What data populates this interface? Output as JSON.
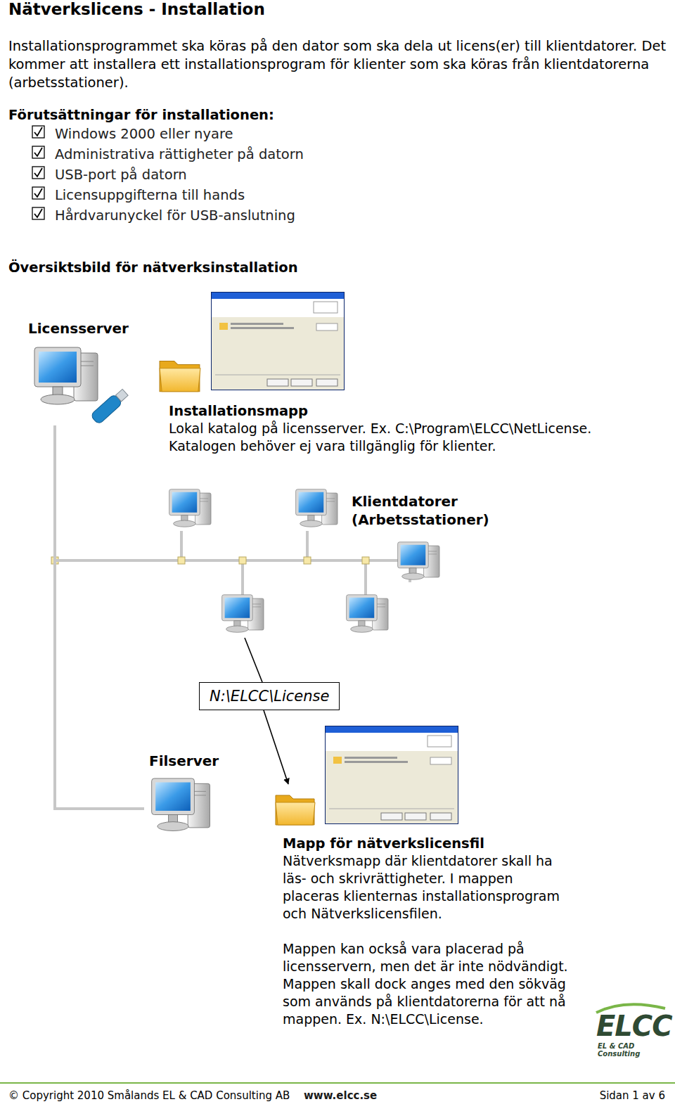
{
  "diagram": {
    "title": "Nätverkslicens - Installation",
    "nodes": [
      {
        "text": [
          "Licensserver"
        ]
      },
      {
        "text": [
          "Installationsmapp",
          "Lokal katalog på licensserver. Ex. C:\\Program\\ELCC\\NetLicense. Katalogen behöver ej vara tillgänglig för klienter."
        ]
      },
      {
        "text": [
          "Klientdatorer (Arbetsstationer)"
        ]
      },
      {
        "text": [
          "N:\\ELCC\\License"
        ]
      },
      {
        "text": [
          "Filserver"
        ]
      },
      {
        "text": [
          "Mapp för nätverkslicensfil",
          "Nätverksmapp där klientdatorer skall ha läs- och skrivrättigheter. I mappen placeras klienternas installationsprogram och Nätverkslicensfilen.",
          "Mappen kan också vara placerad på licensservern, men det är inte nödvändigt. Mappen skall dock anges med den sökväg som används på klientdatorerna för att nå mappen. Ex. N:\\ELCC\\License."
        ]
      }
    ],
    "edges": [
      {
        "from": 0,
        "to": 2,
        "arrow": "none"
      },
      {
        "from": 0,
        "to": 4,
        "arrow": "none"
      },
      {
        "from": 2,
        "to": 3,
        "arrow": "none"
      },
      {
        "from": 3,
        "to": 5,
        "arrow": "to"
      }
    ],
    "labels": [
      "Installationsprogrammet ska köras på den dator som ska dela ut licens(er) till klientdatorer.  Det kommer att installera ett installationsprogram för klienter som ska köras från klientdatorerna (arbetsstationer).",
      "Förutsättningar för installationen:",
      "Windows 2000 eller nyare",
      "Administrativa rättigheter på datorn",
      "USB-port på datorn",
      "Licensuppgifterna till hands",
      "Hårdvarunyckel för USB-anslutning",
      "Översiktsbild för nätverksinstallation",
      "ELCC",
      "EL & CAD Consulting",
      "© Copyright 2010 Smålands EL & CAD Consulting AB",
      "www.elcc.se",
      "Sidan 1 av 6"
    ]
  }
}
